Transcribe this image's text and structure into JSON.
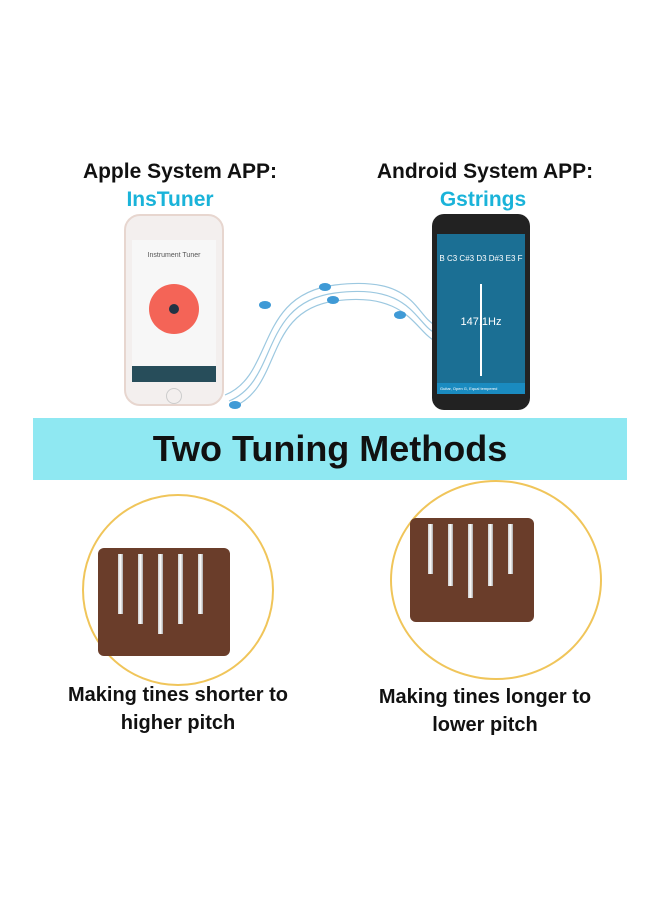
{
  "left": {
    "title": "Apple System APP:",
    "app": "InsTuner",
    "screen_title": "Instrument Tuner"
  },
  "right": {
    "title": "Android System APP:",
    "app": "Gstrings",
    "notes": "B  C3  C#3  D3  D#3  E3  F",
    "freq": "147.1Hz",
    "footer": "Guitar, Open G, Equal tempered"
  },
  "banner": "Two Tuning Methods",
  "captions": {
    "left": [
      "Making tines shorter to",
      "higher  pitch"
    ],
    "right": [
      "Making tines longer to",
      "lower  pitch"
    ]
  },
  "colors": {
    "accent": "#1ab3d9",
    "banner": "#8fe8f2",
    "ring": "#f0c55a"
  }
}
